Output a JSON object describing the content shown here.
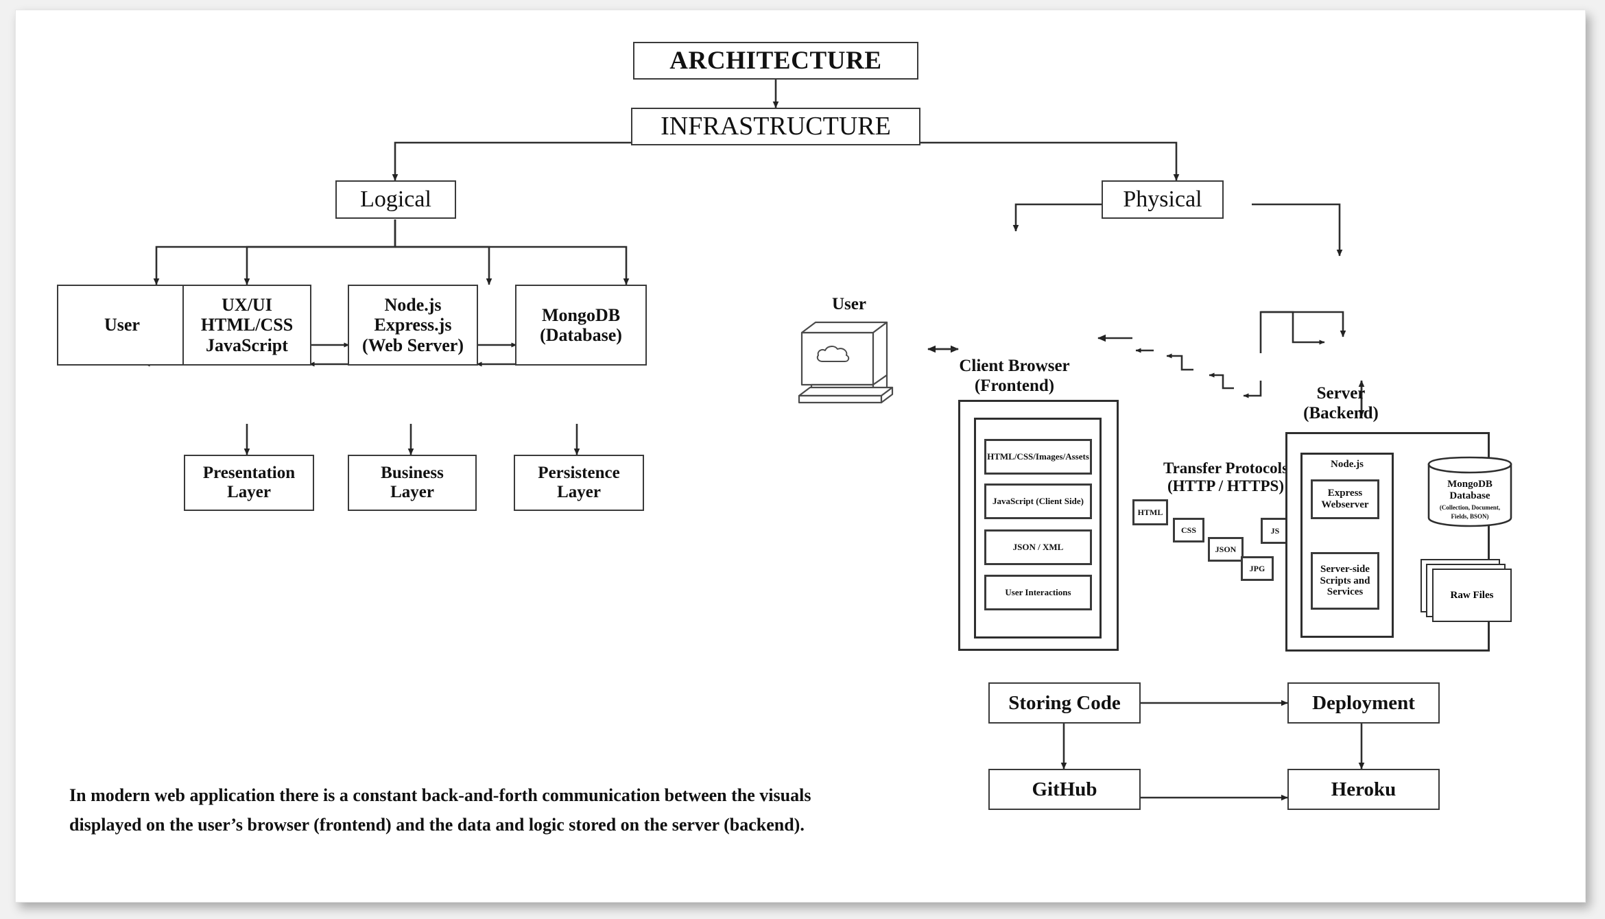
{
  "diagram": {
    "title": "ARCHITECTURE",
    "root": {
      "label": "ARCHITECTURE"
    },
    "infrastructure": {
      "label": "INFRASTRUCTURE"
    },
    "branches": {
      "logical": {
        "label": "Logical"
      },
      "physical": {
        "label": "Physical"
      }
    },
    "logical": {
      "tier_boxes": [
        {
          "id": "user",
          "label": "User"
        },
        {
          "id": "uxui",
          "label": "UX/UI\nHTML/CSS\nJavaScript",
          "line1": "UX/UI",
          "line2": "HTML/CSS",
          "line3": "JavaScript"
        },
        {
          "id": "node",
          "label": "Node.js\nExpress.js\n(Web Server)",
          "line1": "Node.js",
          "line2": "Express.js",
          "line3": "(Web Server)"
        },
        {
          "id": "mongo",
          "label": "MongoDB\n(Database)",
          "line1": "MongoDB",
          "line2": "(Database)"
        }
      ],
      "layer_boxes": [
        {
          "id": "presentation",
          "line1": "Presentation",
          "line2": "Layer"
        },
        {
          "id": "business",
          "line1": "Business",
          "line2": "Layer"
        },
        {
          "id": "persistence",
          "line1": "Persistence",
          "line2": "Layer"
        }
      ]
    },
    "physical": {
      "user": {
        "label": "User",
        "icon": "desktop-computer-cloud-icon"
      },
      "client_browser": {
        "title_line1": "Client Browser",
        "title_line2": "(Frontend)",
        "items": [
          {
            "label": "HTML/CSS/Images/Assets"
          },
          {
            "label": "JavaScript (Client Side)"
          },
          {
            "label": "JSON / XML"
          },
          {
            "label": "User Interactions"
          }
        ]
      },
      "transfer": {
        "title_line1": "Transfer Protocols",
        "title_line2": "(HTTP / HTTPS)",
        "files": [
          {
            "label": "HTML"
          },
          {
            "label": "CSS"
          },
          {
            "label": "JSON"
          },
          {
            "label": "JPG"
          },
          {
            "label": "JS"
          }
        ]
      },
      "server": {
        "title_line1": "Server",
        "title_line2": "(Backend)",
        "runtime_label": "Node.js",
        "express": {
          "line1": "Express",
          "line2": "Webserver"
        },
        "scripts": {
          "line1": "Server-side",
          "line2": "Scripts and",
          "line3": "Services"
        },
        "database": {
          "line1": "MongoDB",
          "line2": "Database",
          "detail1": "(Collection, Document,",
          "detail2": "Fields, BSON)"
        },
        "raw_files": {
          "label": "Raw Files"
        }
      }
    },
    "deployment": {
      "boxes": [
        {
          "id": "storing-code",
          "label": "Storing Code"
        },
        {
          "id": "deployment",
          "label": "Deployment"
        },
        {
          "id": "github",
          "label": "GitHub"
        },
        {
          "id": "heroku",
          "label": "Heroku"
        }
      ]
    },
    "caption": {
      "line1": "In modern web application there is a constant back-and-forth communication between the visuals",
      "line2": "displayed on the user’s browser (frontend) and the data and logic stored on the server (backend)."
    },
    "colors": {
      "stroke": "#2e2e2e",
      "text": "#111111",
      "paper": "#ffffff",
      "backdrop": "#f1f1f1"
    }
  }
}
